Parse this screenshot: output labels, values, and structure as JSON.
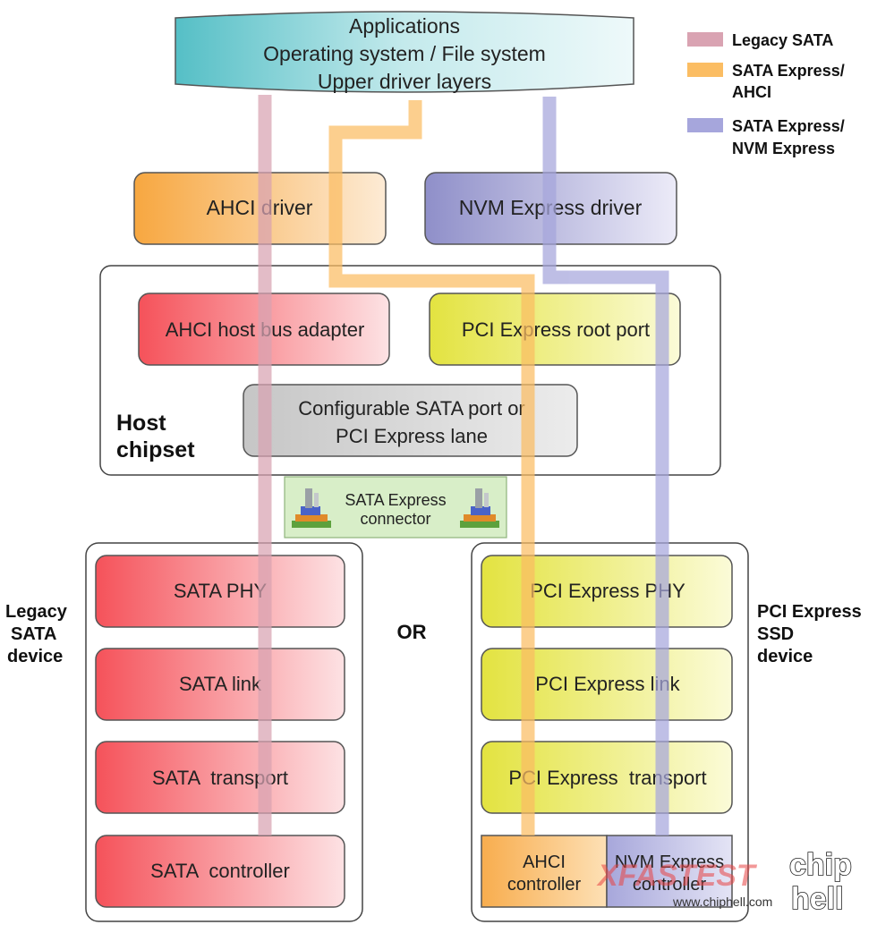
{
  "top_box": {
    "line1": "Applications",
    "line2": "Operating system / File system",
    "line3": "Upper driver layers"
  },
  "legend": {
    "legacy_sata": "Legacy SATA",
    "sata_ahci_line1": "SATA Express/",
    "sata_ahci_line2": "AHCI",
    "sata_nvme_line1": "SATA Express/",
    "sata_nvme_line2": "NVM Express"
  },
  "drivers": {
    "ahci": "AHCI driver",
    "nvme": "NVM Express driver"
  },
  "host_chipset": {
    "label_line1": "Host",
    "label_line2": "chipset",
    "ahci_hba": "AHCI host bus adapter",
    "pcie_root_port": "PCI Express root port",
    "config_port_line1": "Configurable SATA port or",
    "config_port_line2": "PCI Express lane"
  },
  "connector": {
    "line1": "SATA Express",
    "line2": "connector"
  },
  "legacy_device": {
    "label_line1": "Legacy",
    "label_line2": "SATA",
    "label_line3": "device",
    "phy": "SATA PHY",
    "link": "SATA link",
    "transport": "SATA  transport",
    "controller": "SATA  controller"
  },
  "or_label": "OR",
  "pcie_device": {
    "label_line1": "PCI Express",
    "label_line2": "SSD",
    "label_line3": "device",
    "phy": "PCI Express PHY",
    "link": "PCI Express link",
    "transport": "PCI Express  transport",
    "ahci_controller_line1": "AHCI",
    "ahci_controller_line2": "controller",
    "nvme_controller_line1": "NVM Express",
    "nvme_controller_line2": "controller"
  },
  "watermark": {
    "logo": "XFASTEST",
    "url": "www.chiphell.com",
    "brand_line1": "chip",
    "brand_line2": "hell"
  },
  "colors": {
    "legacy_sata": "#d9a3b2",
    "sata_ahci": "#fbbd63",
    "sata_nvme": "#a6a6dc"
  }
}
